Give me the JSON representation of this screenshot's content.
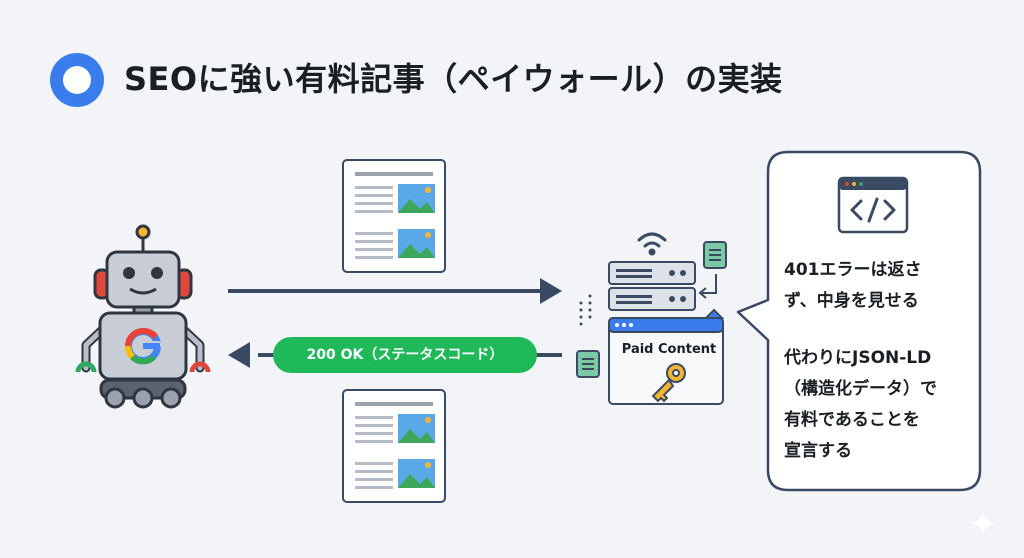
{
  "title": "SEOに強い有料記事（ペイウォール）の実装",
  "status_label": "200 OK（ステータスコード）",
  "server_box_label": "Paid Content",
  "callout": {
    "line1": "401エラーは返さ",
    "line2": "ず、中身を見せる",
    "line3": "代わりにJSON-LD",
    "line4": "（構造化データ）で",
    "line5": "有料であることを",
    "line6": "宣言する"
  },
  "icons": {
    "bullet": "ring-bullet-icon",
    "crawler": "google-robot-icon",
    "article": "article-document-icon",
    "server": "server-stack-icon",
    "wifi": "wifi-icon",
    "key": "key-icon",
    "code": "code-window-icon",
    "sparkle": "sparkle-icon"
  },
  "colors": {
    "accent_blue": "#3b7ced",
    "status_green": "#1fb95a",
    "arrow_navy": "#3b4a63",
    "key_gold": "#f2b632",
    "note_teal": "#7cc9a6"
  }
}
